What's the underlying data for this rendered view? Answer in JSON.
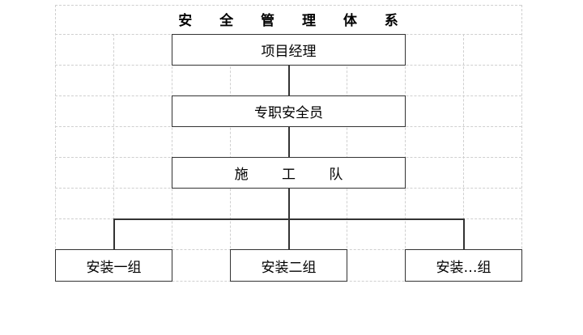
{
  "title": "安 全 管 理 体 系",
  "nodes": {
    "top": "项目经理",
    "second": "专职安全员",
    "third": "施 工 队",
    "group1": "安装一组",
    "group2": "安装二组",
    "group3": "安装…组"
  }
}
